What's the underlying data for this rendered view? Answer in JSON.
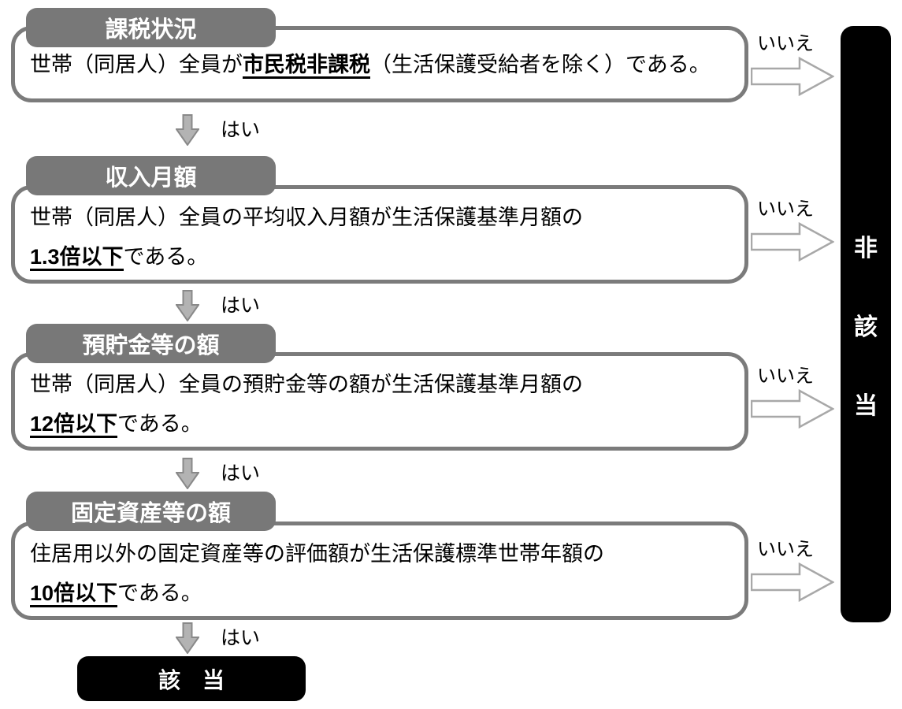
{
  "labels": {
    "yes": "はい",
    "no": "いいえ"
  },
  "steps": [
    {
      "header": "課税状況",
      "text_pre": "世帯（同居人）全員が",
      "text_strong": "市民税非課税",
      "text_post": "（生活保護受給者を除く）である。"
    },
    {
      "header": "収入月額",
      "line1": "世帯（同居人）全員の平均収入月額が生活保護基準月額の",
      "line2_strong": "1.3倍以下",
      "line2_post": "である。"
    },
    {
      "header": "預貯金等の額",
      "line1": "世帯（同居人）全員の預貯金等の額が生活保護基準月額の",
      "line2_strong": "12倍以下",
      "line2_post": "である。"
    },
    {
      "header": "固定資産等の額",
      "line1": "住居用以外の固定資産等の評価額が生活保護標準世帯年額の",
      "line2_strong": "10倍以下",
      "line2_post": "である。"
    }
  ],
  "results": {
    "fail": {
      "text": "非該当",
      "chars": [
        "非",
        "該",
        "当"
      ]
    },
    "pass": {
      "text": "該　当"
    }
  },
  "colors": {
    "header_bg": "#787878",
    "box_border": "#7b7b7b",
    "arrow_fill": "#b3b3b3",
    "arrow_stroke": "#898989",
    "no_arrow_fill": "#ffffff",
    "no_arrow_stroke": "#a8a8a8",
    "result_bg": "#000000",
    "text_color": "#000000"
  }
}
